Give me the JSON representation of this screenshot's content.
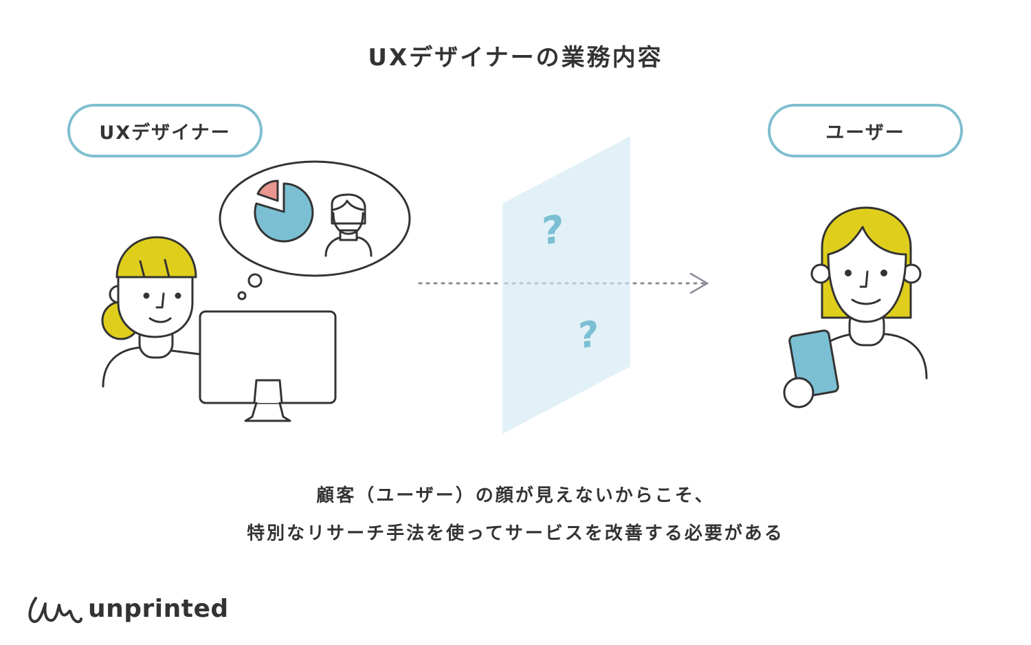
{
  "title": "UXデザイナーの業務内容",
  "labels": {
    "designer": "UXデザイナー",
    "user": "ユーザー"
  },
  "question_marks": [
    "?",
    "?"
  ],
  "caption": {
    "line1": "顧客（ユーザー）の顔が見えないからこそ、",
    "line2": "特別なリサーチ手法を使ってサービスを改善する必要がある"
  },
  "brand": {
    "name": "unprinted"
  },
  "colors": {
    "hair": "#dfcf1c",
    "accent_blue": "#7bbfd3",
    "pie_slice": "#e8968f",
    "panel": "#e2f1f7",
    "pill_border": "#7fbfcf",
    "ink": "#333333",
    "arrow": "#8a8a96"
  }
}
